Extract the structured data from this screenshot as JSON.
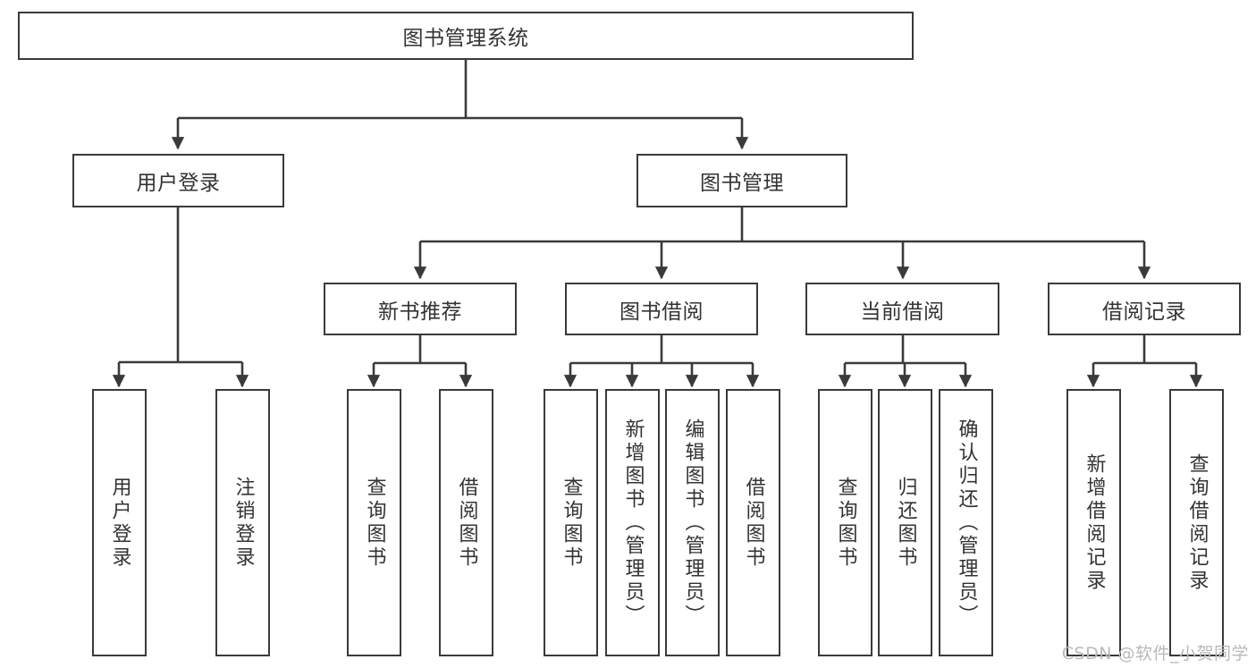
{
  "diagram": {
    "type": "tree-hierarchy",
    "title": "图书管理系统",
    "root": {
      "label": "图书管理系统",
      "level": 0
    },
    "level1": [
      {
        "label": "用户登录"
      },
      {
        "label": "图书管理"
      }
    ],
    "level2": [
      {
        "label": "新书推荐",
        "parent": "图书管理"
      },
      {
        "label": "图书借阅",
        "parent": "图书管理"
      },
      {
        "label": "当前借阅",
        "parent": "图书管理"
      },
      {
        "label": "借阅记录",
        "parent": "图书管理"
      }
    ],
    "leaves": {
      "user_login": [
        {
          "label": "用户登录"
        },
        {
          "label": "注销登录"
        }
      ],
      "new_book_recommend": [
        {
          "label": "查询图书"
        },
        {
          "label": "借阅图书"
        }
      ],
      "book_borrow": [
        {
          "label": "查询图书"
        },
        {
          "label": "新增图书（管理员）"
        },
        {
          "label": "编辑图书（管理员）"
        },
        {
          "label": "借阅图书"
        }
      ],
      "current_borrow": [
        {
          "label": "查询图书"
        },
        {
          "label": "归还图书"
        },
        {
          "label": "确认归还（管理员）"
        }
      ],
      "borrow_record": [
        {
          "label": "新增借阅记录"
        },
        {
          "label": "查询借阅记录"
        }
      ]
    }
  },
  "colors": {
    "stroke": "#3a3a3a",
    "text": "#333333",
    "background": "#ffffff",
    "watermark": "#b9b9b9"
  },
  "watermark": {
    "text": "CSDN @软件_小贺同学"
  }
}
